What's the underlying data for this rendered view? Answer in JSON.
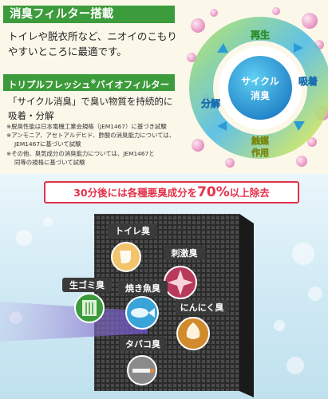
{
  "section1": {
    "banner": "消臭フィルター搭載",
    "line1": "トイレや脱衣所など、ニオイのこもり",
    "line2": "やすいところに最適です。"
  },
  "section2": {
    "banner": "トリプルフレッシュ",
    "banner_mark": "※",
    "banner_suffix": "バイオフィルター",
    "line1": "「サイクル消臭」で臭い物質を持続的に",
    "line2": "吸着・分解"
  },
  "notes": {
    "n1": "※脱臭性能は日本電機工業会規格（JEM1467）に基づき試験",
    "n2": "※アンモニア、アセトアルデヒド、酢酸の消臭能力については、",
    "n2b": "JEM1467に基づいて試験",
    "n3": "※その他、臭気成分の消臭能力については、JEM1467と",
    "n3b": "同等の規格に基づいて試験"
  },
  "cycle": {
    "center1": "サイクル",
    "center2": "消臭",
    "regen": "再生",
    "adsorb": "吸着",
    "catalyst1": "触媒",
    "catalyst2": "作用",
    "decompose": "分解"
  },
  "headline": {
    "pre": "30分後には各種悪臭成分を",
    "pct": "70%",
    "post": "以上除去"
  },
  "odors": {
    "toilet": "トイレ臭",
    "irritant": "刺激臭",
    "garbage": "生ゴミ臭",
    "fish": "焼き魚臭",
    "garlic": "にんにく臭",
    "tobacco": "タバコ臭"
  },
  "colors": {
    "green": "#3c9b3a",
    "red": "#e4324b",
    "filter": "#2a2a2a"
  }
}
